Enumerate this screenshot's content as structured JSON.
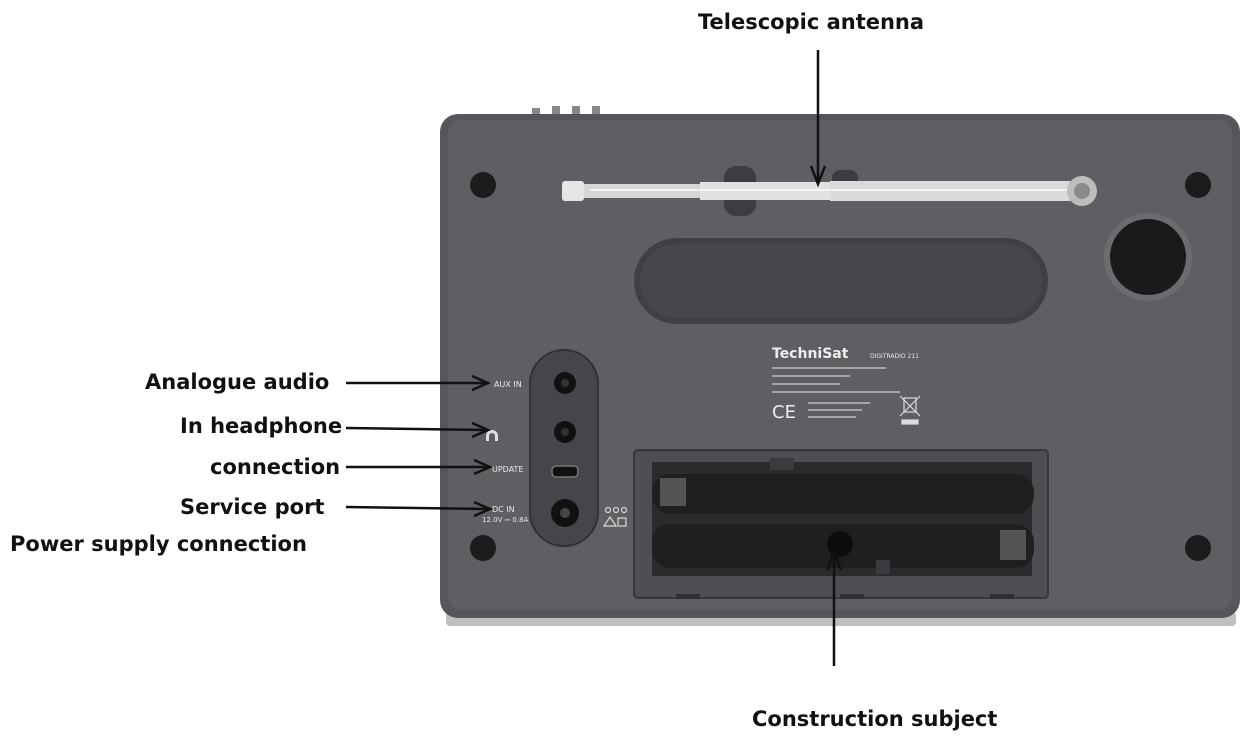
{
  "callouts": {
    "antenna": "Telescopic antenna",
    "analogue": "Analogue audio",
    "headphone": "In headphone",
    "connection": "connection",
    "service": "Service port",
    "power": "Power supply connection",
    "construction": "Construction subject"
  },
  "device": {
    "brand": "TechniSat",
    "model": "DIGITRADIO 211",
    "ports": {
      "aux": "AUX IN",
      "update": "UPDATE",
      "dc": "DC IN",
      "dc_spec": "12.0V ⎓ 0.8A"
    },
    "ce_mark": "CE"
  },
  "colors": {
    "body": "#5a5c5f",
    "body_dark": "#3f4144",
    "antenna": "#d9d9d9",
    "arrow": "#111111"
  }
}
